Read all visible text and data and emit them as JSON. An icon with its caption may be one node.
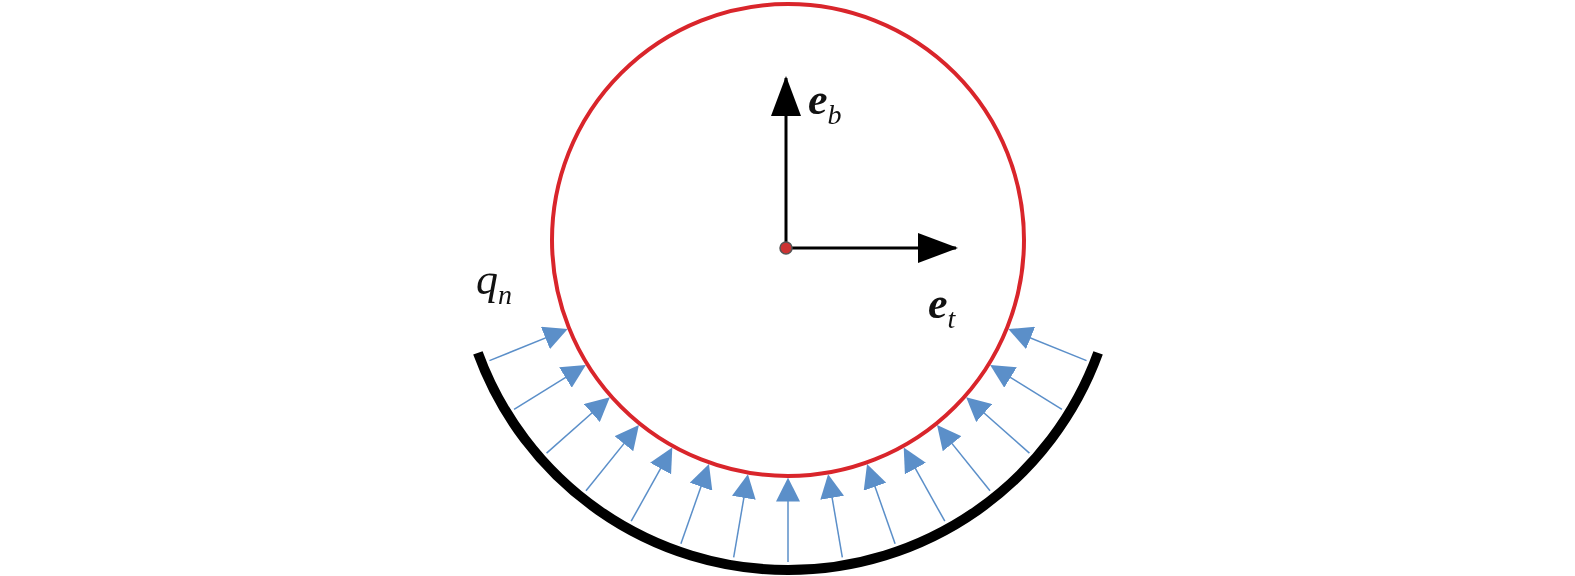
{
  "diagram": {
    "labels": [
      "**e**$_{b}$",
      "**e**$_{t}$",
      "q$_{n}$"
    ]
  }
}
